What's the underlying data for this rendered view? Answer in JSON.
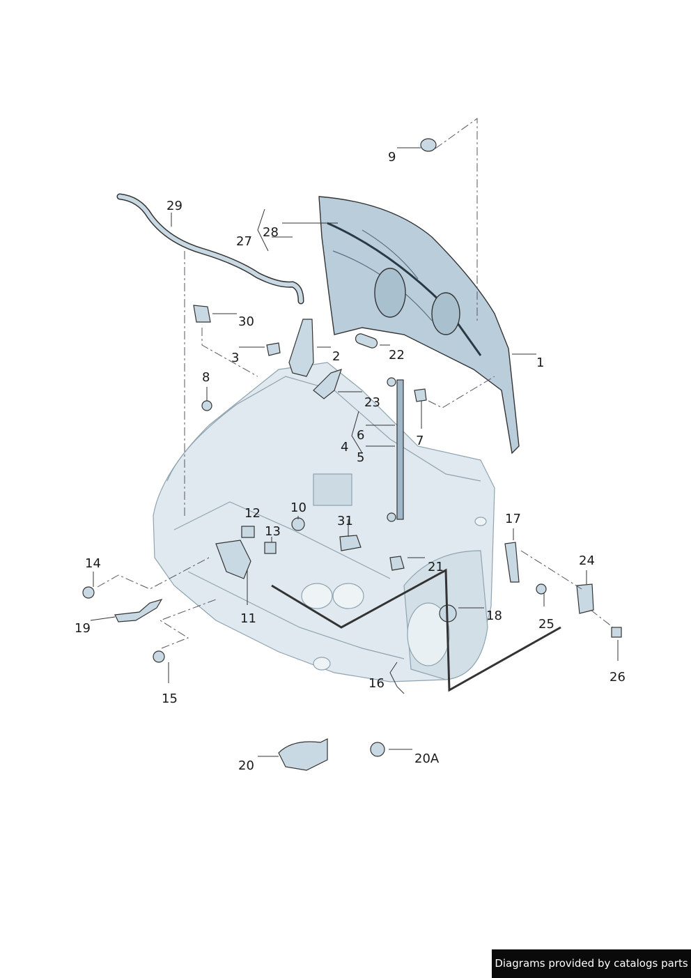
{
  "callouts": [
    {
      "id": "1",
      "text": "1"
    },
    {
      "id": "2",
      "text": "2"
    },
    {
      "id": "3",
      "text": "3"
    },
    {
      "id": "4",
      "text": "4"
    },
    {
      "id": "5",
      "text": "5"
    },
    {
      "id": "6",
      "text": "6"
    },
    {
      "id": "7",
      "text": "7"
    },
    {
      "id": "8",
      "text": "8"
    },
    {
      "id": "9",
      "text": "9"
    },
    {
      "id": "10",
      "text": "10"
    },
    {
      "id": "11",
      "text": "11"
    },
    {
      "id": "12",
      "text": "12"
    },
    {
      "id": "13",
      "text": "13"
    },
    {
      "id": "14",
      "text": "14"
    },
    {
      "id": "15",
      "text": "15"
    },
    {
      "id": "16",
      "text": "16"
    },
    {
      "id": "17",
      "text": "17"
    },
    {
      "id": "18",
      "text": "18"
    },
    {
      "id": "19",
      "text": "19"
    },
    {
      "id": "20",
      "text": "20"
    },
    {
      "id": "20A",
      "text": "20A"
    },
    {
      "id": "21",
      "text": "21"
    },
    {
      "id": "22",
      "text": "22"
    },
    {
      "id": "23",
      "text": "23"
    },
    {
      "id": "24",
      "text": "24"
    },
    {
      "id": "25",
      "text": "25"
    },
    {
      "id": "26",
      "text": "26"
    },
    {
      "id": "27",
      "text": "27"
    },
    {
      "id": "28",
      "text": "28"
    },
    {
      "id": "29",
      "text": "29"
    },
    {
      "id": "30",
      "text": "30"
    },
    {
      "id": "31",
      "text": "31"
    }
  ],
  "footer": {
    "credit": "Diagrams provided by catalogs parts"
  },
  "colors": {
    "part_fill": "#c9d9e3",
    "part_shade": "#9fb7c6",
    "line": "#333333",
    "car_fill": "#dfe9ef"
  }
}
